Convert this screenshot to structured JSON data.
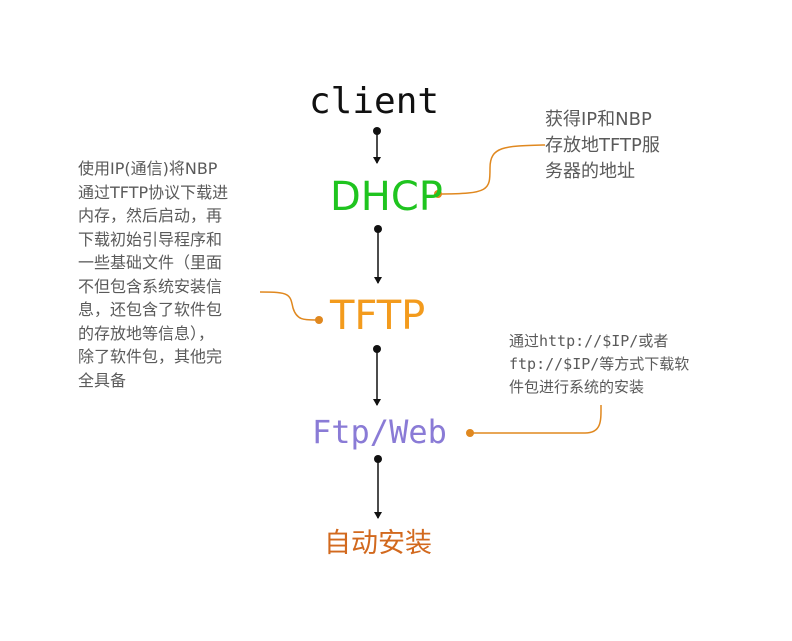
{
  "colors": {
    "client": "#111111",
    "dhcp": "#1fc41f",
    "tftp": "#f39b1d",
    "ftp_web": "#8a7bd6",
    "final": "#d2691e",
    "connector": "#e0881f",
    "arrow": "#111111",
    "note_text": "#5a5a5a"
  },
  "nodes": {
    "client": "client",
    "dhcp": "DHCP",
    "tftp": "TFTP",
    "ftp_web": "Ftp/Web",
    "final": "自动安装"
  },
  "notes": {
    "dhcp": "获得IP和NBP\n存放地TFTP服\n务器的地址",
    "tftp": "使用IP(通信)将NBP\n通过TFTP协议下载进\n内存，然后启动，再\n下载初始引导程序和\n一些基础文件（里面\n不但包含系统安装信\n息，还包含了软件包\n的存放地等信息），\n除了软件包，其他完\n全具备",
    "ftp_web": "通过http://$IP/或者\nftp://$IP/等方式下载软\n件包进行系统的安装"
  }
}
